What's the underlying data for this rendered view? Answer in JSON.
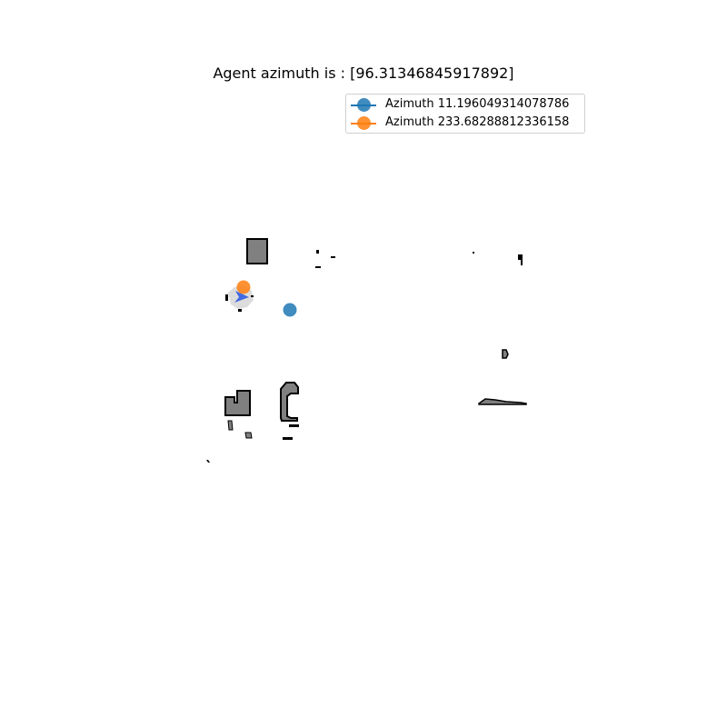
{
  "figure": {
    "title": "Agent azimuth is : [96.31346845917892]"
  },
  "legend": {
    "entries": [
      {
        "label": "Azimuth 11.196049314078786",
        "color": "#1f77b4"
      },
      {
        "label": "Azimuth 233.68288812336158",
        "color": "#ff7f0e"
      }
    ]
  },
  "map": {
    "background_color": "#ffffff",
    "obstacle_fill": "#808080",
    "obstacle_edge": "#000000",
    "agent_marker_color": "#4169e1",
    "agent_azimuth_deg": 96.31346845917892,
    "visible_region_color": "#d3d3d3"
  },
  "markers": [
    {
      "name": "Azimuth 11.196049314078786",
      "color": "#1f77b4"
    },
    {
      "name": "Azimuth 233.68288812336158",
      "color": "#ff7f0e"
    }
  ]
}
